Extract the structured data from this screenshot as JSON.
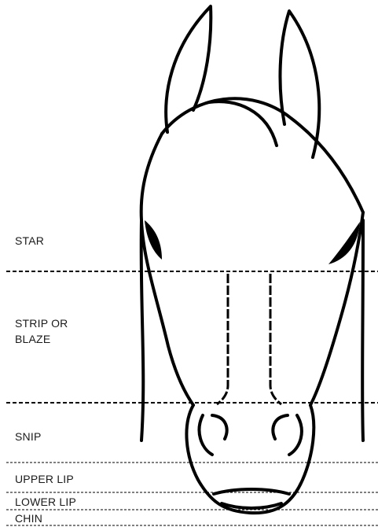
{
  "zones": {
    "star": "STAR",
    "strip_line1": "STRIP OR",
    "strip_line2": "BLAZE",
    "snip": "SNIP",
    "upper_lip": "UPPER LIP",
    "lower_lip": "LOWER LIP",
    "chin": "CHIN"
  },
  "colors": {
    "outline": "#000000",
    "divider": "#000000",
    "label": "#1a1a1a"
  }
}
